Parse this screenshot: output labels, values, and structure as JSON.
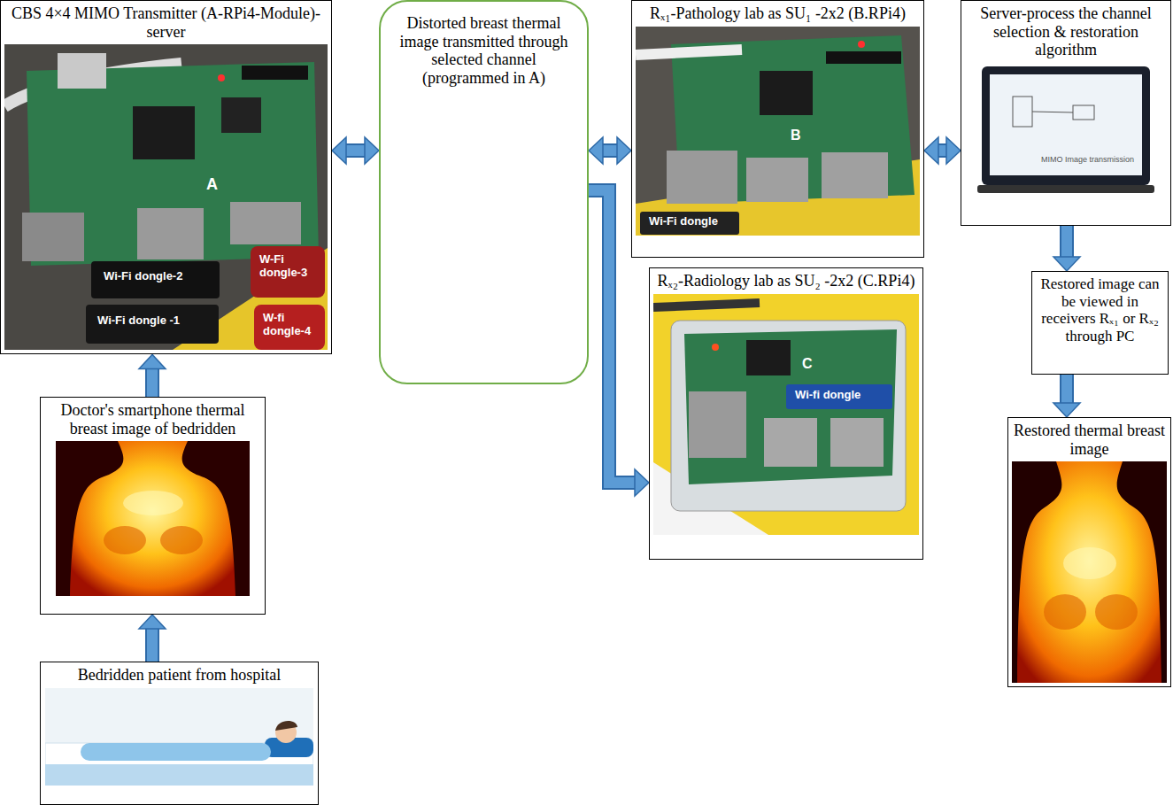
{
  "diagram": {
    "nodes": [
      {
        "text": [
          "CBS 4×4 MIMO Transmitter (A-RPi4-Module)-server"
        ]
      },
      {
        "text": [
          "Distorted breast thermal image transmitted through selected channel (programmed in A)"
        ]
      },
      {
        "text": [
          "Rₓ₁-Pathology lab as SU₁ -2x2 (B.RPi4)"
        ]
      },
      {
        "text": [
          "Server-process the channel selection & restoration algorithm"
        ]
      },
      {
        "text": [
          "Rₓ₂-Radiology lab as SU₂ -2x2 (C.RPi4)"
        ]
      },
      {
        "text": [
          "Restored image can be viewed in receivers Rₓ₁ or Rₓ₂ through PC"
        ]
      },
      {
        "text": [
          "Restored thermal breast image"
        ]
      },
      {
        "text": [
          "Doctor's smartphone thermal breast image of bedridden"
        ]
      },
      {
        "text": [
          "Bedridden patient from hospital"
        ]
      }
    ],
    "edges": [
      {
        "from": 0,
        "to": 1,
        "arrow": "both"
      },
      {
        "from": 1,
        "to": 2,
        "arrow": "both"
      },
      {
        "from": 1,
        "to": 4,
        "arrow": "to"
      },
      {
        "from": 2,
        "to": 3,
        "arrow": "both"
      },
      {
        "from": 3,
        "to": 5,
        "arrow": "to"
      },
      {
        "from": 5,
        "to": 6,
        "arrow": "to"
      },
      {
        "from": 7,
        "to": 0,
        "arrow": "to"
      },
      {
        "from": 8,
        "to": 7,
        "arrow": "to"
      }
    ],
    "labels": [
      "A",
      "Wi-Fi dongle-2",
      "W-Fi dongle-3",
      "Wi-Fi dongle -1",
      "W-fi dongle-4",
      "B",
      "Wi-Fi dongle",
      "MIMO Image transmission",
      "C",
      "Wi-fi dongle"
    ]
  }
}
